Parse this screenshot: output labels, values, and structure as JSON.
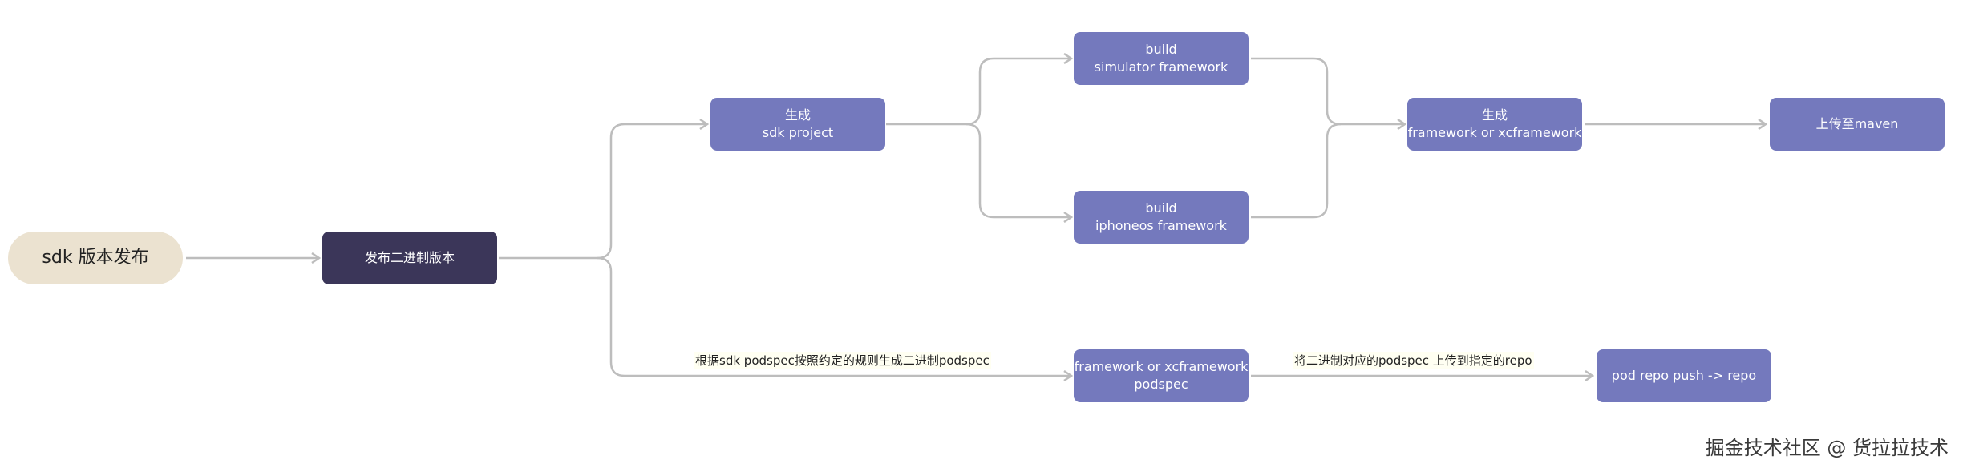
{
  "nodes": {
    "start": "sdk 版本发布",
    "publish": "发布二进制版本",
    "gen_project": {
      "line1": "生成",
      "line2": "sdk project"
    },
    "build_sim": {
      "line1": "build",
      "line2": "simulator framework"
    },
    "build_ios": {
      "line1": "build",
      "line2": "iphoneos framework"
    },
    "gen_framework": {
      "line1": "生成",
      "line2": "framework or xcframework"
    },
    "upload_maven": "上传至maven",
    "fw_podspec": {
      "line1": "framework or xcframework",
      "line2": "podspec"
    },
    "pod_push": "pod repo push -> repo"
  },
  "edge_labels": {
    "gen_podspec": "根据sdk podspec按照约定的规则生成二进制podspec",
    "upload_podspec": "将二进制对应的podspec 上传到指定的repo"
  },
  "watermark": "掘金技术社区 @ 货拉拉技术",
  "colors": {
    "start_fill": "#ebe2d0",
    "dark_fill": "#3b3659",
    "node_fill": "#7479bd",
    "edge": "#bdbdbd"
  }
}
